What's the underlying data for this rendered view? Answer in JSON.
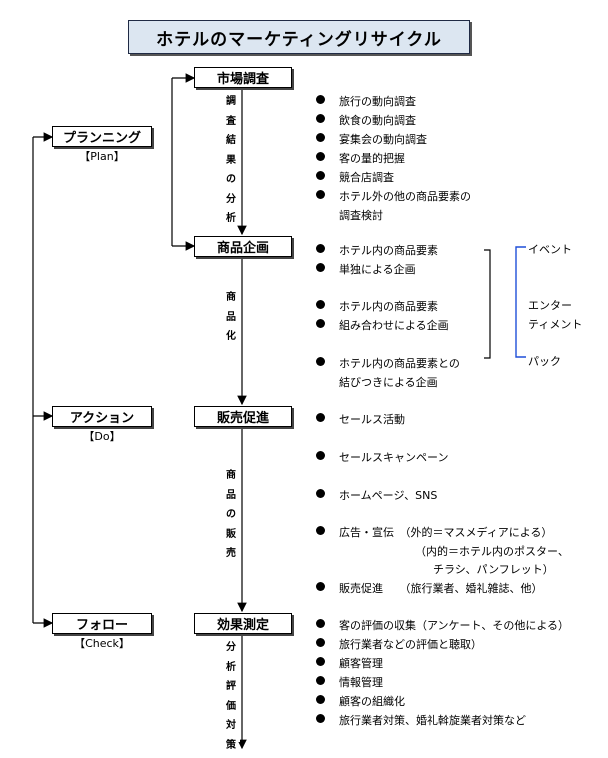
{
  "title": "ホテルのマーケティングリサイクル",
  "stages": [
    {
      "label": "プランニング",
      "sub": "【Plan】"
    },
    {
      "label": "アクション",
      "sub": "【Do】"
    },
    {
      "label": "フォロー",
      "sub": "【Check】"
    }
  ],
  "steps": [
    {
      "label": "市場調査"
    },
    {
      "label": "商品企画"
    },
    {
      "label": "販売促進"
    },
    {
      "label": "効果測定"
    }
  ],
  "transitions": [
    "調査結果の分析",
    "商品化",
    "商品の販売",
    "分析評価対策"
  ],
  "market_items": [
    "旅行の動向調査",
    "飲食の動向調査",
    "宴集会の動向調査",
    "客の量的把握",
    "競合店調査",
    "ホテル外の他の商品要素の",
    "調査検討"
  ],
  "planning_items": [
    "ホテル内の商品要素",
    "単独による企画",
    "ホテル内の商品要素",
    "組み合わせによる企画",
    "ホテル内の商品要素との",
    "結びつきによる企画"
  ],
  "planning_right": {
    "event": "イベント",
    "ent1": "エンター",
    "ent2": "ティメント",
    "pack": "パック"
  },
  "promo_items": [
    "セールス活動",
    "セールスキャンペーン",
    "ホームページ、SNS",
    "広告・宣伝　（外的＝マスメディアによる）",
    "（内的＝ホテル内のポスター、",
    "チラシ、パンフレット）",
    "販売促進　　（旅行業者、婚礼雑誌、他）"
  ],
  "measure_items": [
    "客の評価の収集（アンケート、その他による）",
    "旅行業者などの評価と聴取）",
    "顧客管理",
    "情報管理",
    "顧客の組織化",
    "旅行業者対策、婚礼斡旋業者対策など"
  ]
}
